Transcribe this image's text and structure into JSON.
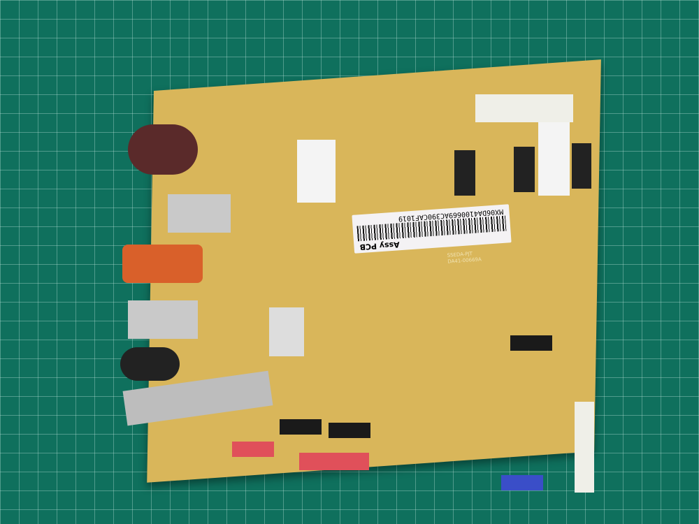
{
  "label": {
    "serial": "MX06DA4100669AC390CAF1019",
    "title": "Assy PCB"
  },
  "silkscreen": {
    "model": "SSEDA-PJT",
    "part": "DA41-00669A"
  }
}
